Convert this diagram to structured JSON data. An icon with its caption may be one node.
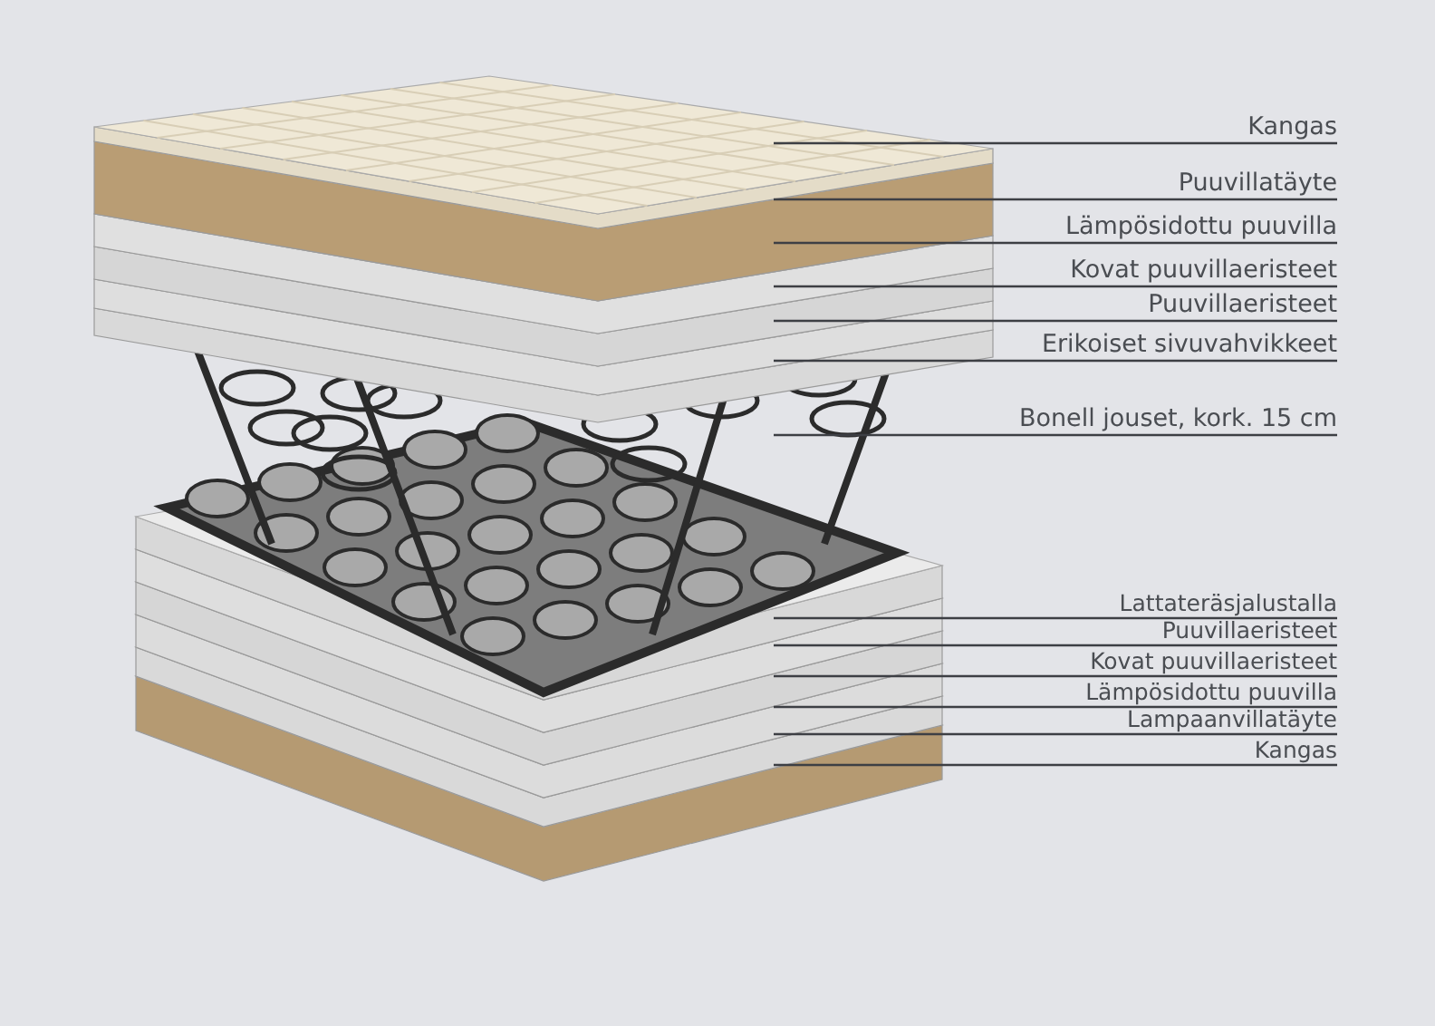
{
  "diagram": {
    "nodes": [
      {
        "text": [
          "Kangas"
        ]
      },
      {
        "text": [
          "Puuvillatäyte"
        ]
      },
      {
        "text": [
          "Lämpösidottu puuvilla"
        ]
      },
      {
        "text": [
          "Kovat puuvillaeristeet"
        ]
      },
      {
        "text": [
          "Puuvillaeristeet"
        ]
      },
      {
        "text": [
          "Erikoiset sivuvahvikkeet"
        ]
      },
      {
        "text": [
          "Bonell jouset, kork. 15 cm"
        ]
      },
      {
        "text": [
          "Lattateräsjalustalla"
        ]
      },
      {
        "text": [
          "Puuvillaeristeet"
        ]
      },
      {
        "text": [
          "Kovat puuvillaeristeet"
        ]
      },
      {
        "text": [
          "Lämpösidottu puuvilla"
        ]
      },
      {
        "text": [
          "Lampaanvillatäyte"
        ]
      },
      {
        "text": [
          "Kangas"
        ]
      }
    ],
    "edges": [
      {
        "from": 0,
        "to": null,
        "arrow": "none"
      },
      {
        "from": 1,
        "to": null,
        "arrow": "none"
      },
      {
        "from": 2,
        "to": null,
        "arrow": "none"
      },
      {
        "from": 3,
        "to": null,
        "arrow": "none"
      },
      {
        "from": 4,
        "to": null,
        "arrow": "none"
      },
      {
        "from": 5,
        "to": null,
        "arrow": "none"
      },
      {
        "from": 6,
        "to": null,
        "arrow": "none"
      },
      {
        "from": 7,
        "to": null,
        "arrow": "none"
      },
      {
        "from": 8,
        "to": null,
        "arrow": "none"
      },
      {
        "from": 9,
        "to": null,
        "arrow": "none"
      },
      {
        "from": 10,
        "to": null,
        "arrow": "none"
      },
      {
        "from": 11,
        "to": null,
        "arrow": "none"
      },
      {
        "from": 12,
        "to": null,
        "arrow": "none"
      }
    ]
  }
}
